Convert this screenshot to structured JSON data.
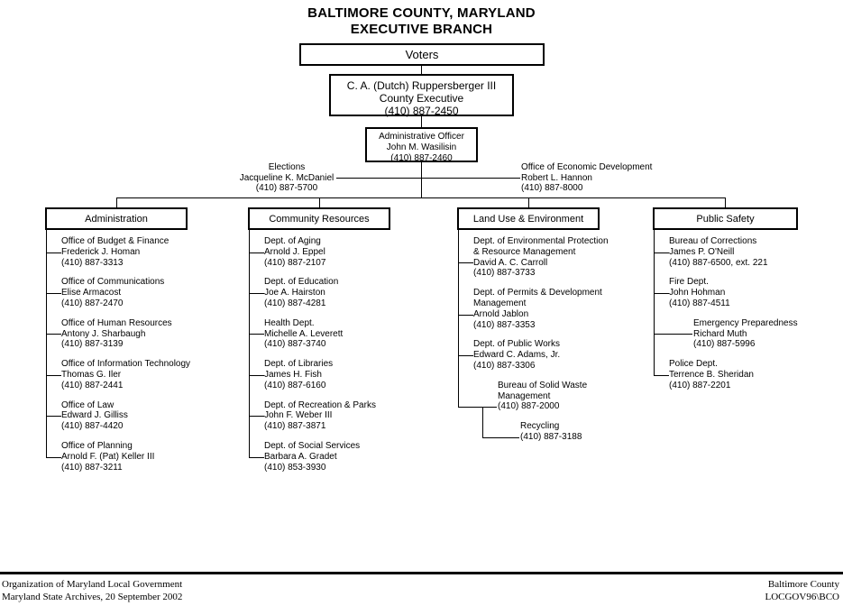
{
  "title": {
    "line1": "BALTIMORE COUNTY, MARYLAND",
    "line2": "EXECUTIVE BRANCH"
  },
  "voters": {
    "label": "Voters"
  },
  "executive": {
    "name": "C. A. (Dutch) Ruppersberger III",
    "role": "County Executive",
    "phone": "(410) 887-2450"
  },
  "admin_officer": {
    "role": "Administrative Officer",
    "name": "John M. Wasilisin",
    "phone": "(410) 887-2460"
  },
  "side_labels": {
    "elections": {
      "title": "Elections",
      "name": "Jacqueline K. McDaniel",
      "phone": "(410) 887-5700"
    },
    "economic_development": {
      "title": "Office of Economic Development",
      "name": "Robert L. Hannon",
      "phone": "(410) 887-8000"
    }
  },
  "departments": [
    {
      "name": "Administration",
      "entries": [
        {
          "level": 0,
          "title": "Office of Budget & Finance",
          "name": "Frederick J. Homan",
          "phone": "(410) 887-3313"
        },
        {
          "level": 0,
          "title": "Office of Communications",
          "name": "Elise Armacost",
          "phone": "(410) 887-2470"
        },
        {
          "level": 0,
          "title": "Office of Human Resources",
          "name": "Antony J. Sharbaugh",
          "phone": "(410) 887-3139"
        },
        {
          "level": 0,
          "title": "Office of Information Technology",
          "name": "Thomas G. Iler",
          "phone": "(410) 887-2441"
        },
        {
          "level": 0,
          "title": "Office of Law",
          "name": "Edward J. Gilliss",
          "phone": "(410) 887-4420"
        },
        {
          "level": 0,
          "title": "Office of Planning",
          "name": "Arnold F. (Pat) Keller III",
          "phone": "(410) 887-3211"
        }
      ]
    },
    {
      "name": "Community Resources",
      "entries": [
        {
          "level": 0,
          "title": "Dept. of Aging",
          "name": "Arnold J. Eppel",
          "phone": "(410) 887-2107"
        },
        {
          "level": 0,
          "title": "Dept. of Education",
          "name": "Joe A. Hairston",
          "phone": "(410) 887-4281"
        },
        {
          "level": 0,
          "title": "Health Dept.",
          "name": "Michelle A. Leverett",
          "phone": "(410) 887-3740"
        },
        {
          "level": 0,
          "title": "Dept. of Libraries",
          "name": "James H. Fish",
          "phone": "(410) 887-6160"
        },
        {
          "level": 0,
          "title": "Dept. of Recreation & Parks",
          "name": "John F. Weber III",
          "phone": "(410) 887-3871"
        },
        {
          "level": 0,
          "title": "Dept. of Social Services",
          "name": "Barbara A. Gradet",
          "phone": "(410) 853-3930"
        }
      ]
    },
    {
      "name": "Land Use & Environment",
      "entries": [
        {
          "level": 0,
          "title": "Dept. of Environmental Protection",
          "title2": "& Resource Management",
          "name": "David A. C. Carroll",
          "phone": "(410) 887-3733"
        },
        {
          "level": 0,
          "title": "Dept. of Permits & Development",
          "title2": "Management",
          "name": "Arnold Jablon",
          "phone": "(410) 887-3353"
        },
        {
          "level": 0,
          "title": "Dept. of Public Works",
          "name": "Edward C. Adams, Jr.",
          "phone": "(410) 887-3306"
        },
        {
          "level": 1,
          "title": "Bureau of Solid Waste",
          "title2": "Management",
          "name": "",
          "phone": "(410) 887-2000"
        },
        {
          "level": 2,
          "title": "Recycling",
          "name": "",
          "phone": "(410) 887-3188"
        }
      ]
    },
    {
      "name": "Public Safety",
      "entries": [
        {
          "level": 0,
          "title": "Bureau of Corrections",
          "name": "James P. O'Neill",
          "phone": "(410) 887-6500, ext. 221"
        },
        {
          "level": 0,
          "title": "Fire Dept.",
          "name": "John Hohman",
          "phone": "(410) 887-4511"
        },
        {
          "level": 1,
          "title": "Emergency Preparedness",
          "name": "Richard Muth",
          "phone": "(410) 887-5996"
        },
        {
          "level": 0,
          "title": "Police Dept.",
          "name": "Terrence B. Sheridan",
          "phone": "(410) 887-2201"
        }
      ]
    }
  ],
  "footer": {
    "left_line1": "Organization of Maryland Local Government",
    "left_line2": "Maryland State Archives, 20 September 2002",
    "right_line1": "Baltimore County",
    "right_line2": "LOCGOV96\\BCO"
  }
}
